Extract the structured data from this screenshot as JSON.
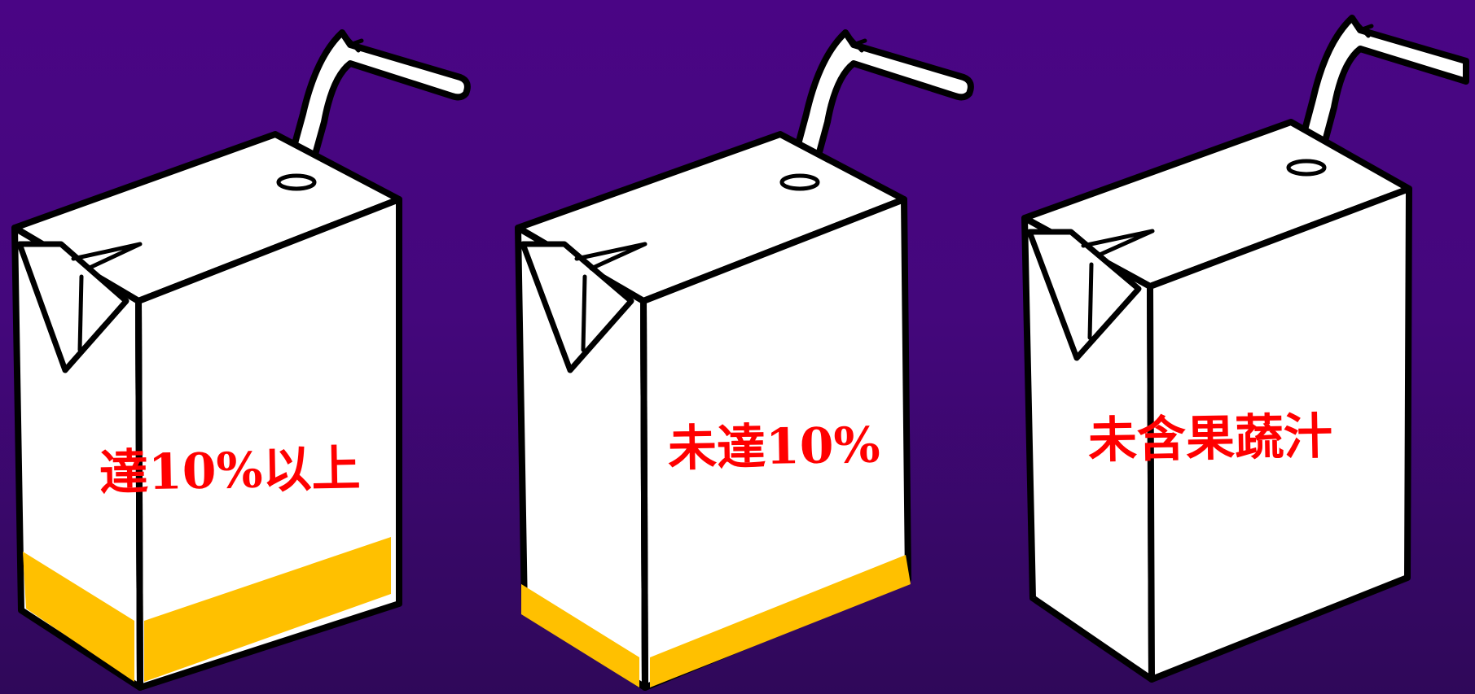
{
  "cartons": [
    {
      "label": "達10%以上",
      "juice_band": true
    },
    {
      "label": "未達10%",
      "juice_band": true
    },
    {
      "label": "未含果蔬汁",
      "juice_band": false
    }
  ],
  "colors": {
    "background_top": "#4a0585",
    "background_bottom": "#2f0859",
    "carton_fill": "#ffffff",
    "carton_outline": "#000000",
    "band": "#ffc000",
    "label_text": "#ff0000"
  },
  "icons": [
    "juice-box-icon",
    "straw-icon"
  ]
}
